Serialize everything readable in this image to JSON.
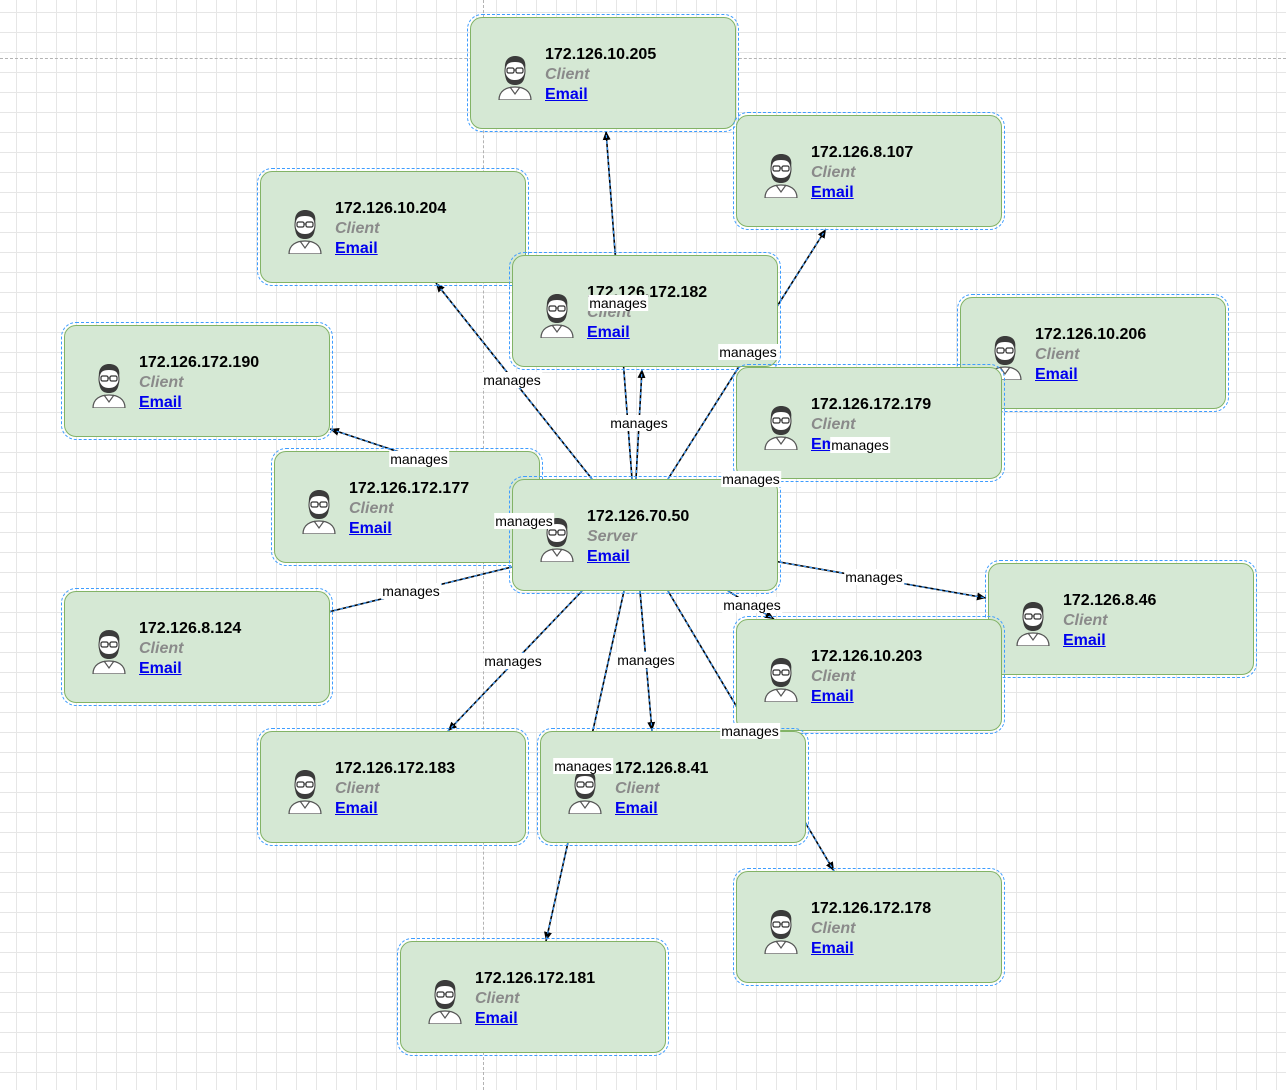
{
  "diagram": {
    "center": {
      "ip": "172.126.70.50",
      "role": "Server",
      "link": "Email"
    },
    "clients": [
      {
        "ip": "172.126.10.205",
        "role": "Client",
        "link": "Email"
      },
      {
        "ip": "172.126.8.107",
        "role": "Client",
        "link": "Email"
      },
      {
        "ip": "172.126.10.204",
        "role": "Client",
        "link": "Email"
      },
      {
        "ip": "172.126.172.182",
        "role": "Client",
        "link": "Email"
      },
      {
        "ip": "172.126.10.206",
        "role": "Client",
        "link": "Email"
      },
      {
        "ip": "172.126.172.190",
        "role": "Client",
        "link": "Email"
      },
      {
        "ip": "172.126.172.179",
        "role": "Client",
        "link": "Email"
      },
      {
        "ip": "172.126.172.177",
        "role": "Client",
        "link": "Email"
      },
      {
        "ip": "172.126.8.46",
        "role": "Client",
        "link": "Email"
      },
      {
        "ip": "172.126.8.124",
        "role": "Client",
        "link": "Email"
      },
      {
        "ip": "172.126.10.203",
        "role": "Client",
        "link": "Email"
      },
      {
        "ip": "172.126.172.183",
        "role": "Client",
        "link": "Email"
      },
      {
        "ip": "172.126.8.41",
        "role": "Client",
        "link": "Email"
      },
      {
        "ip": "172.126.172.178",
        "role": "Client",
        "link": "Email"
      },
      {
        "ip": "172.126.172.181",
        "role": "Client",
        "link": "Email"
      }
    ],
    "edge_label": "manages",
    "colors": {
      "node_fill": "#d5e8d4",
      "node_stroke": "#82b366",
      "edge_dash": "#3d9cff",
      "link": "#0000ee",
      "role": "#8a8a8a"
    }
  }
}
